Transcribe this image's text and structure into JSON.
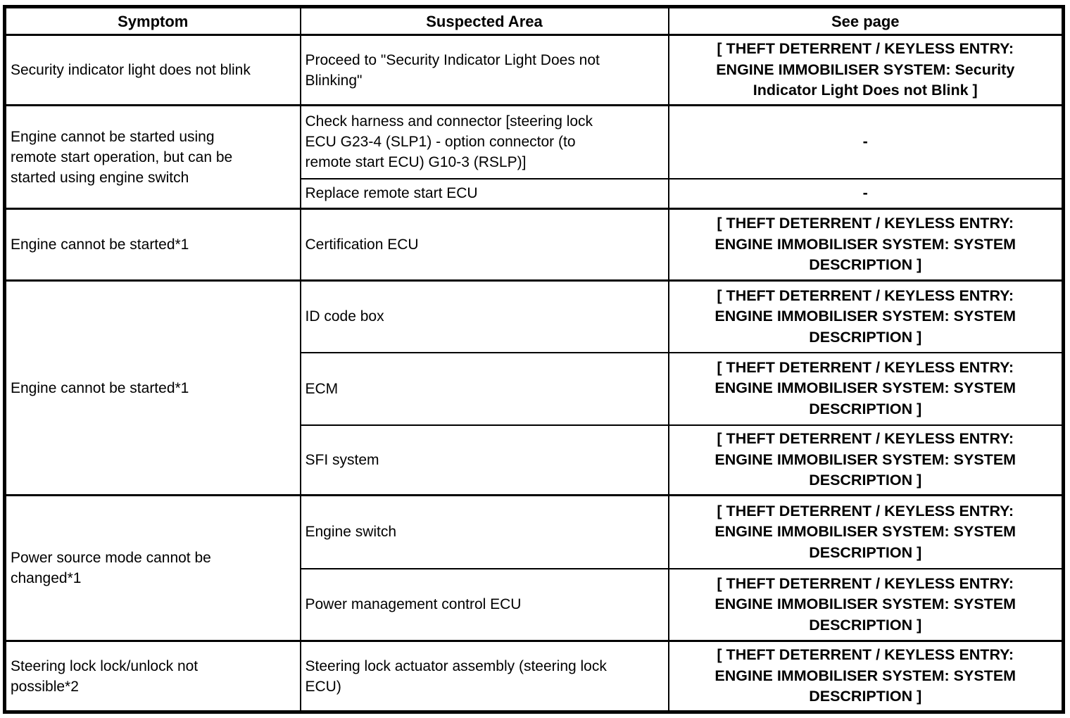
{
  "table": {
    "headers": {
      "symptom": "Symptom",
      "suspected_area": "Suspected Area",
      "see_page": "See page"
    },
    "rows": [
      {
        "symptom": "Security indicator light does not blink",
        "suspected_area": "Proceed to \"Security Indicator Light Does not\nBlinking\"",
        "see_page": "[ THEFT DETERRENT / KEYLESS ENTRY:\nENGINE IMMOBILISER SYSTEM: Security\nIndicator Light Does not Blink ]"
      },
      {
        "symptom": "Engine cannot be started using\nremote start operation, but can be\nstarted using engine switch",
        "suspected_area": "Check harness and connector [steering lock\nECU G23-4 (SLP1) - option connector (to\nremote start ECU) G10-3 (RSLP)]",
        "see_page": "-"
      },
      {
        "suspected_area": "Replace remote start ECU",
        "see_page": "-"
      },
      {
        "symptom": "Engine cannot be started*1",
        "suspected_area": "Certification ECU",
        "see_page": "[ THEFT DETERRENT / KEYLESS ENTRY:\nENGINE IMMOBILISER SYSTEM: SYSTEM\nDESCRIPTION ]"
      },
      {
        "symptom": "Engine cannot be started*1",
        "suspected_area": "ID code box",
        "see_page": "[ THEFT DETERRENT / KEYLESS ENTRY:\nENGINE IMMOBILISER SYSTEM: SYSTEM\nDESCRIPTION ]"
      },
      {
        "suspected_area": "ECM",
        "see_page": "[ THEFT DETERRENT / KEYLESS ENTRY:\nENGINE IMMOBILISER SYSTEM: SYSTEM\nDESCRIPTION ]"
      },
      {
        "suspected_area": "SFI system",
        "see_page": "[ THEFT DETERRENT / KEYLESS ENTRY:\nENGINE IMMOBILISER SYSTEM: SYSTEM\nDESCRIPTION ]"
      },
      {
        "symptom": "Power source mode cannot be\nchanged*1",
        "suspected_area": "Engine switch",
        "see_page": "[ THEFT DETERRENT / KEYLESS ENTRY:\nENGINE IMMOBILISER SYSTEM: SYSTEM\nDESCRIPTION ]"
      },
      {
        "suspected_area": "Power management control ECU",
        "see_page": "[ THEFT DETERRENT / KEYLESS ENTRY:\nENGINE IMMOBILISER SYSTEM: SYSTEM\nDESCRIPTION ]"
      },
      {
        "symptom": "Steering lock lock/unlock not\npossible*2",
        "suspected_area": "Steering lock actuator assembly (steering lock\nECU)",
        "see_page": "[ THEFT DETERRENT / KEYLESS ENTRY:\nENGINE IMMOBILISER SYSTEM: SYSTEM\nDESCRIPTION ]"
      }
    ]
  }
}
